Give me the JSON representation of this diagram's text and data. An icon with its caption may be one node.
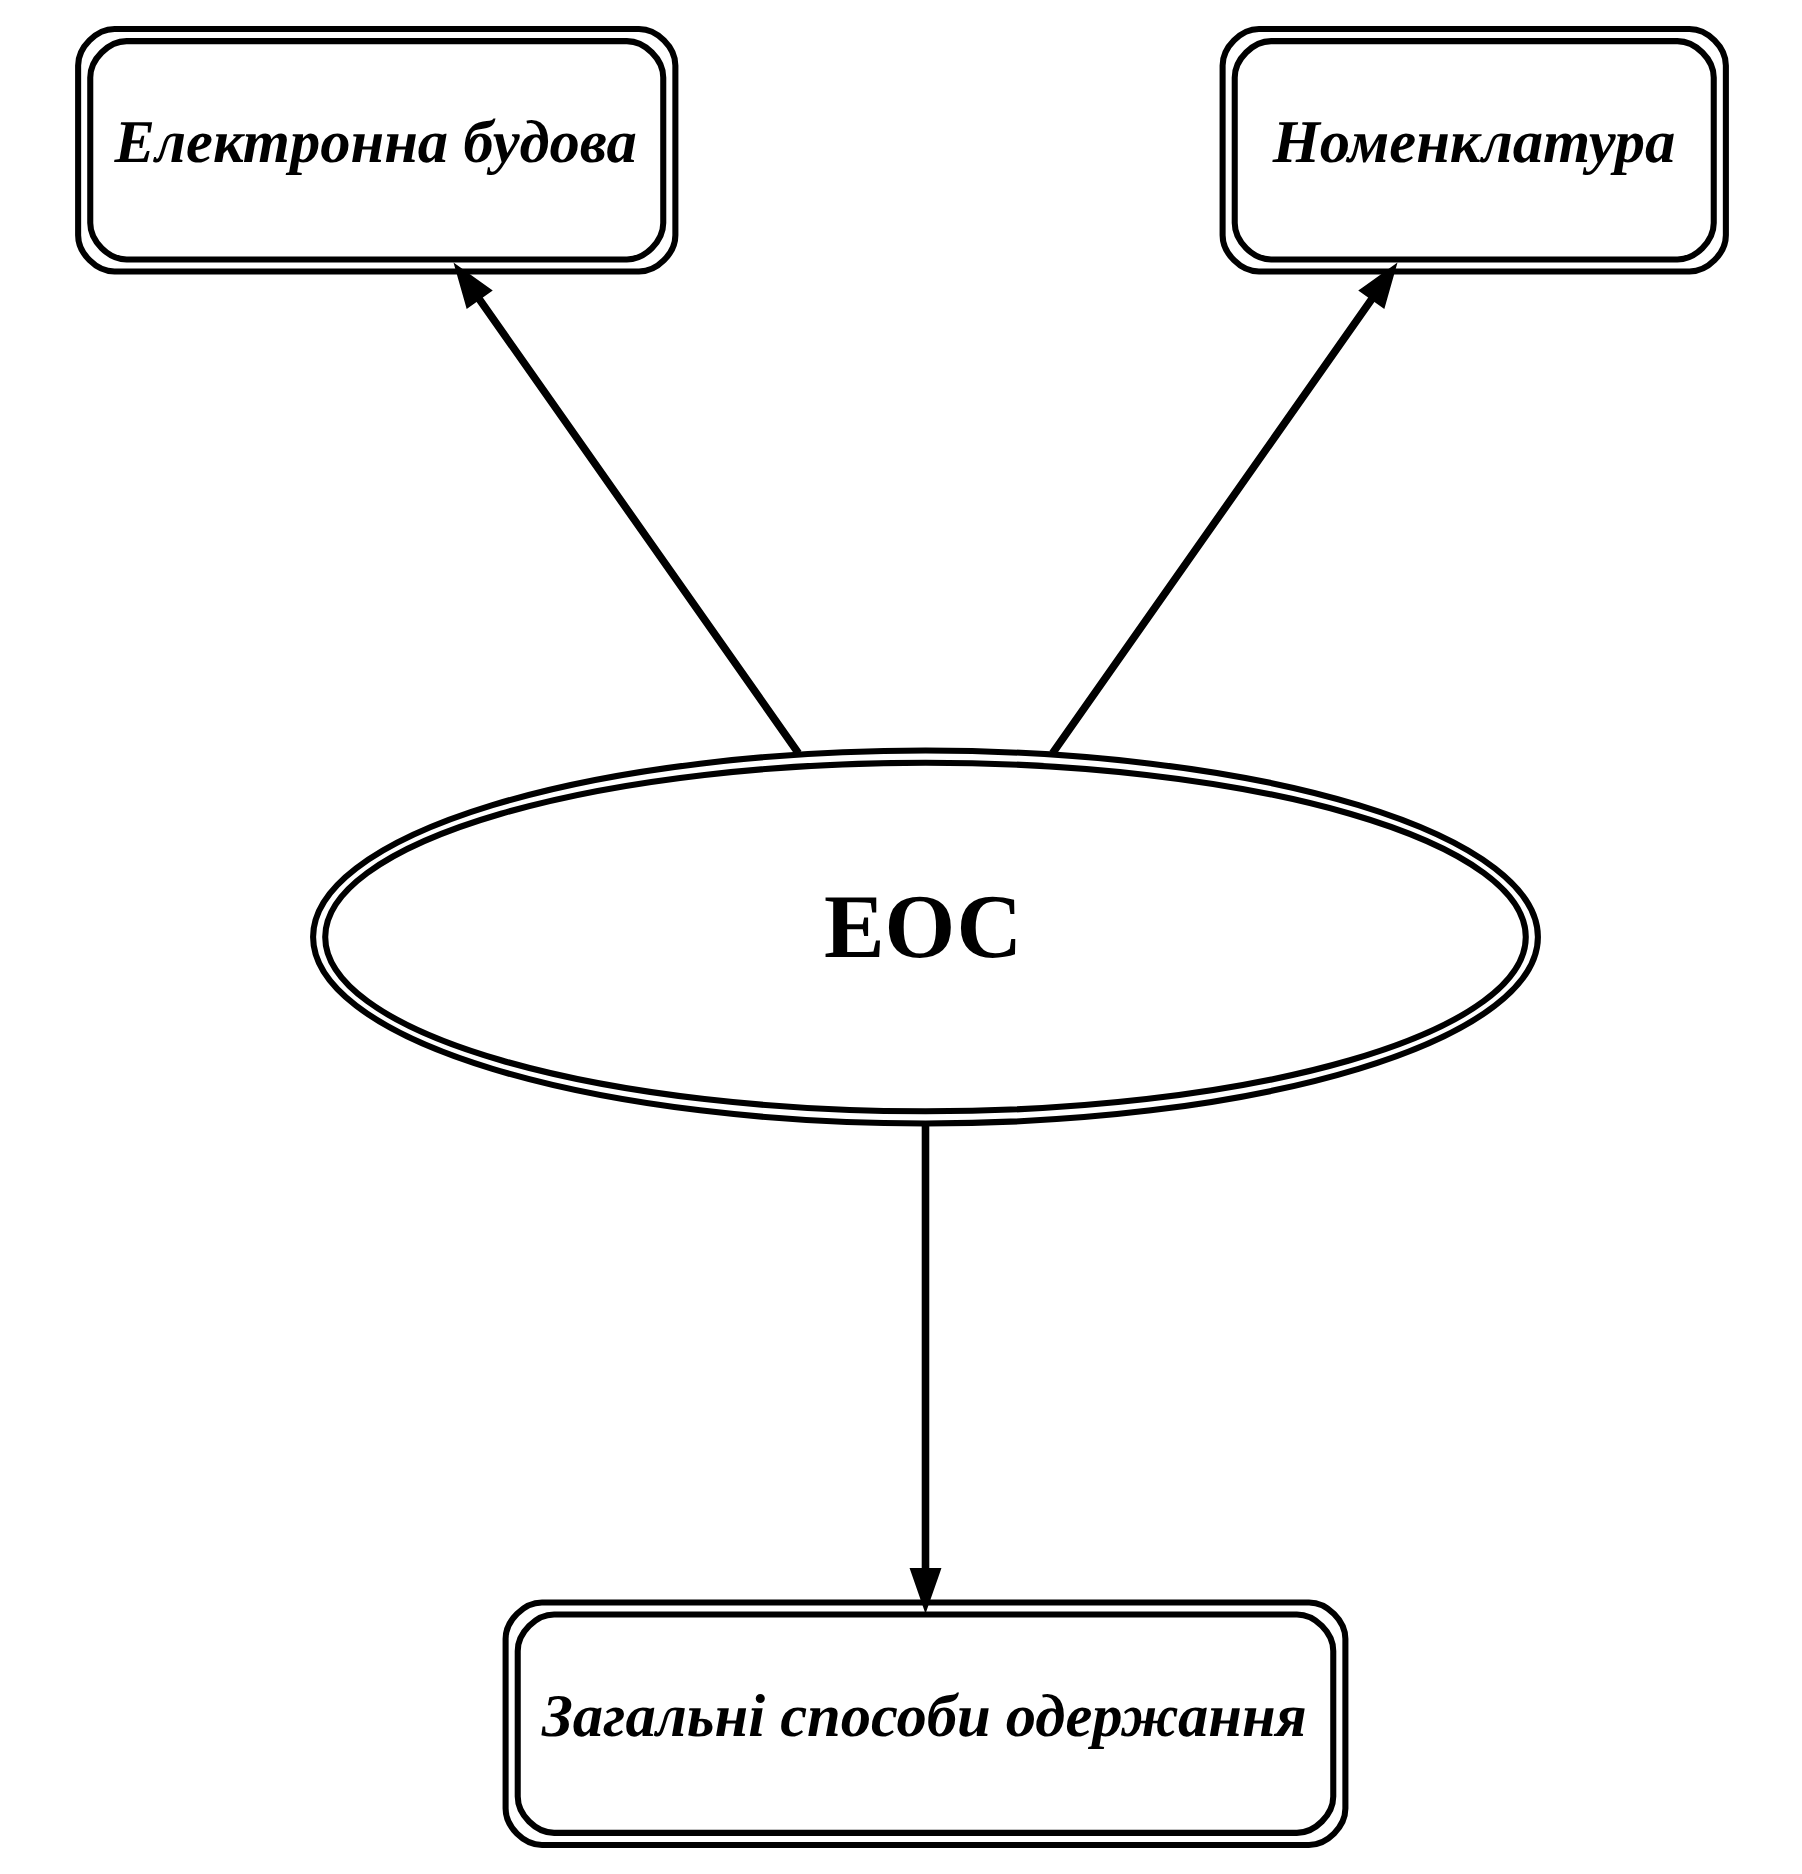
{
  "diagram": {
    "nodes": [
      {
        "text": [
          "ЕОС"
        ]
      },
      {
        "text": [
          "Електронна будова"
        ]
      },
      {
        "text": [
          "Номенклатура"
        ]
      },
      {
        "text": [
          "Загальні способи одержання"
        ]
      }
    ],
    "edges": [
      {
        "from": 0,
        "to": 1,
        "arrow": "to"
      },
      {
        "from": 0,
        "to": 2,
        "arrow": "to"
      },
      {
        "from": 0,
        "to": 3,
        "arrow": "to"
      }
    ]
  }
}
